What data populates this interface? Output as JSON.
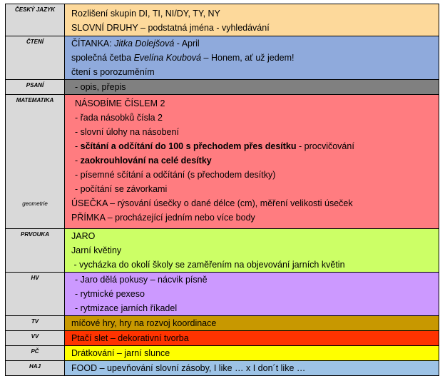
{
  "colors": {
    "subject_cell": "#d9d9d9",
    "cesky_jazyk": "#fdd99b",
    "cteni": "#8faadc",
    "psani": "#808080",
    "matematika": "#ff7c80",
    "prvouka": "#ccff66",
    "hv": "#cc99ff",
    "tv": "#c89800",
    "vv": "#ff3300",
    "pc": "#ffff00",
    "haj": "#9dc3e6"
  },
  "rows": {
    "cesky_jazyk": {
      "subject": "ČESKÝ JAZYK",
      "lines": [
        "Rozlišení skupin DI, TI, NI/DY, TY, NY",
        "SLOVNÍ DRUHY – podstatná jména - vyhledávání"
      ]
    },
    "cteni": {
      "subject": "ČTENÍ",
      "line1_a": "ČÍTANKA: ",
      "line1_b": "Jitka Dolejšová",
      "line1_c": " - April",
      "line2_a": "společná četba ",
      "line2_b": "Evelína Koubová",
      "line2_c": " – Honem, ať už jedem!",
      "line3": "čtení s porozuměním"
    },
    "psani": {
      "subject": "PSANÍ",
      "line1": "- opis, přepis"
    },
    "matematika": {
      "subject": "MATEMATIKA",
      "sub_subject": "geometrie",
      "line1": "NÁSOBÍME ČÍSLEM 2",
      "line2": "- řada násobků čísla 2",
      "line3": "- slovní úlohy na násobení",
      "line4_a": "- ",
      "line4_b": "sčítání a odčítání do 100 s přechodem přes desítku",
      "line4_c": " - procvičování",
      "line5_a": "- ",
      "line5_b": "zaokrouhlování na celé desítky",
      "line6": "- písemné sčítání a odčítání (s přechodem desítky)",
      "line7": "- počítání se závorkami",
      "line8": "ÚSEČKA – rýsování úsečky o dané délce (cm), měření velikosti úseček",
      "line9": "PŘÍMKA – procházející jedním nebo více body"
    },
    "prvouka": {
      "subject": "PRVOUKA",
      "lines": [
        "JARO",
        "Jarní květiny",
        " - vycházka do okolí školy se zaměřením na objevování jarních květin"
      ]
    },
    "hv": {
      "subject": "HV",
      "lines": [
        "- Jaro dělá pokusy – nácvik písně",
        "- rytmické pexeso",
        "- rytmizace jarních říkadel"
      ]
    },
    "tv": {
      "subject": "TV",
      "line1": "míčové hry, hry na rozvoj koordinace"
    },
    "vv": {
      "subject": "VV",
      "line1": "Ptačí slet – dekorativní tvorba"
    },
    "pc": {
      "subject": "PČ",
      "line1": "Drátkování – jarní slunce"
    },
    "haj": {
      "subject": "HAJ",
      "line1": "FOOD – upevňování slovní zásoby, I like … x I don´t like …"
    }
  }
}
